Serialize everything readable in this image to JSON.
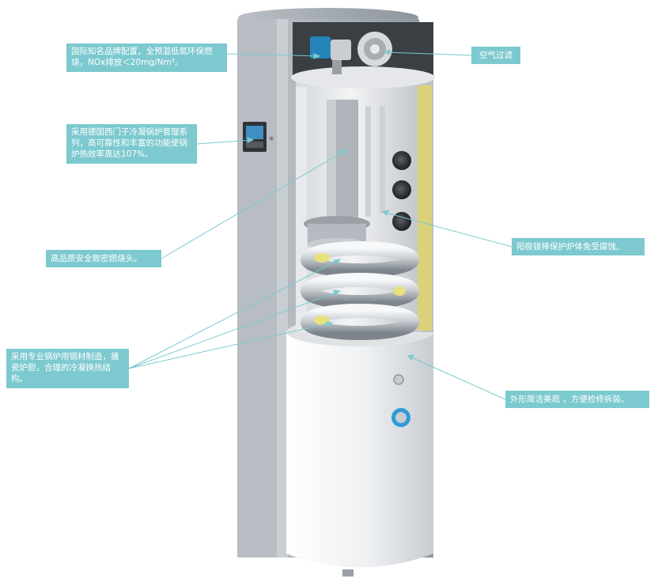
{
  "colors": {
    "callout_bg": "#7cc9cf",
    "callout_text": "#ffffff",
    "leader_line": "#7cc9cf",
    "cabinet_grey": "#a9afb6",
    "tank_white": "#eef0f2",
    "insulation_yellow": "#d9d27a",
    "coil_silver": "#c9ced3",
    "display_screen": "#3f8fc4",
    "accent_blue": "#2e9bd6"
  },
  "callouts": {
    "burner_brand": "国际知名品牌配置，全预混低氮环保燃烧，NOx排放＜20mg/Nm³。",
    "air_filter": "空气过滤",
    "control_system": "采用德国西门子冷凝锅炉管理系列，高可靠性和丰富的功能使锅炉热效率高达107%。",
    "burner_head": "高品质安全致密燃烧头。",
    "anode_rod": "阳极镁棒保护炉体免受腐蚀。",
    "coil_structure": "采用专业锅炉用钢材制造，搪瓷炉胆，合理的冷凝换热结构。",
    "appearance": "外形简洁美观 ，方便检修拆装。"
  }
}
